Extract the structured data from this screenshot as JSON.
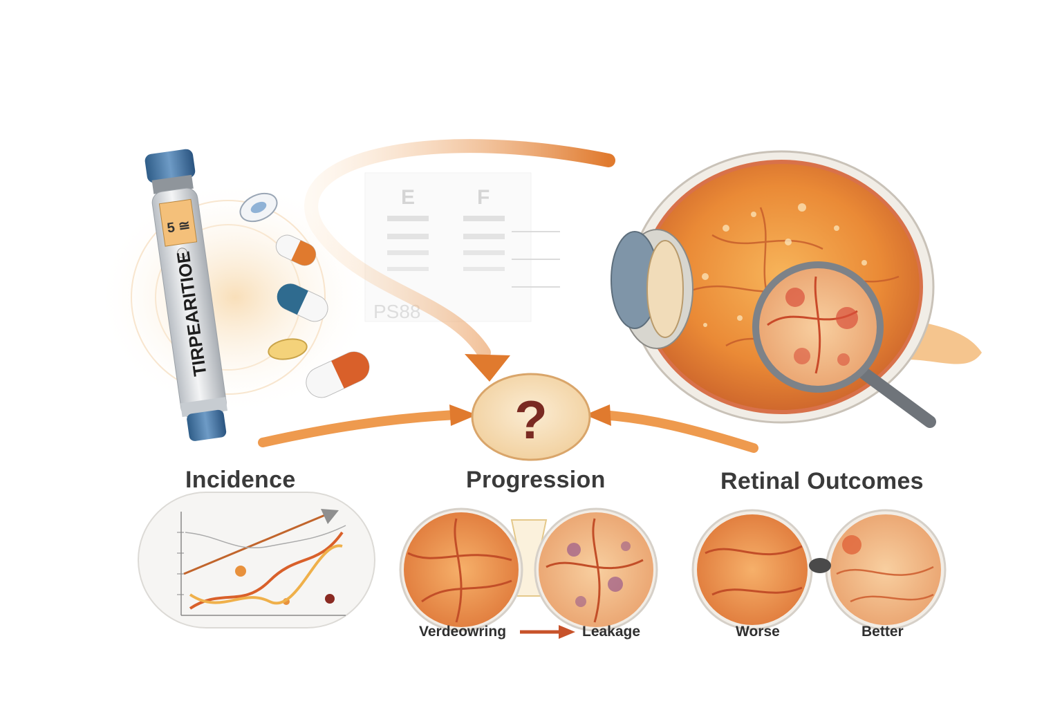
{
  "pen_label": "TIRPEARITIOE",
  "pen_dial": "5 ≅",
  "question_mark": "?",
  "chart_letters": [
    "E",
    "F"
  ],
  "chart_faint_text": "PS88",
  "sections": {
    "incidence": {
      "heading": "Incidence"
    },
    "progression": {
      "heading": "Progression",
      "from_label": "Verdeowring",
      "to_label": "Leakage"
    },
    "outcomes": {
      "heading": "Retinal Outcomes",
      "worse_label": "Worse",
      "better_label": "Better"
    }
  },
  "colors": {
    "accent_orange": "#e07a2e",
    "pen_blue": "#3f6f9e",
    "text_dark": "#3a3a3a",
    "retina_orange": "#e8833a"
  },
  "icons": [
    "injection-pen-icon",
    "pill-icon",
    "capsule-icon",
    "eye-chart-icon",
    "eye-cross-section-icon",
    "magnifier-icon",
    "dna-helix-icon",
    "trend-chart-icon",
    "arrow-icon"
  ]
}
